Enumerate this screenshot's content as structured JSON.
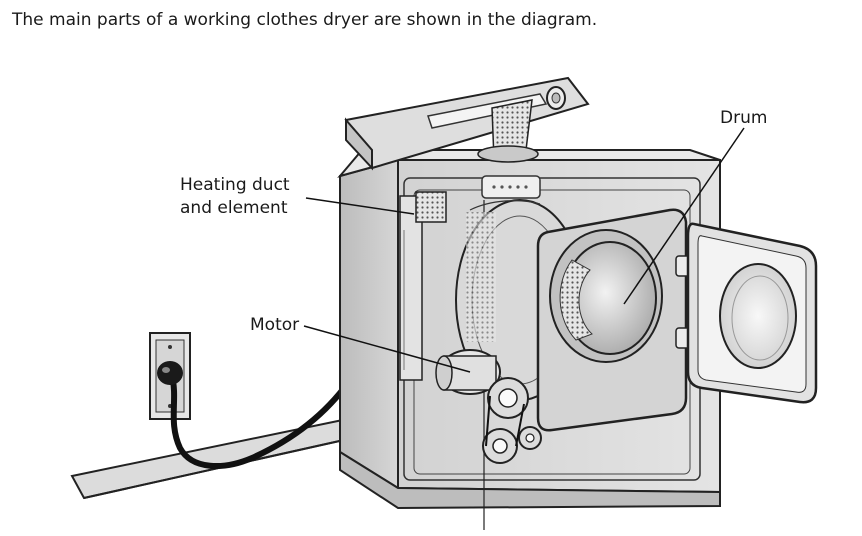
{
  "caption": "The main parts of a working clothes dryer are shown in the diagram.",
  "labels": {
    "heating_line1": "Heating duct",
    "heating_line2": "and element",
    "motor": "Motor",
    "drum": "Drum"
  }
}
